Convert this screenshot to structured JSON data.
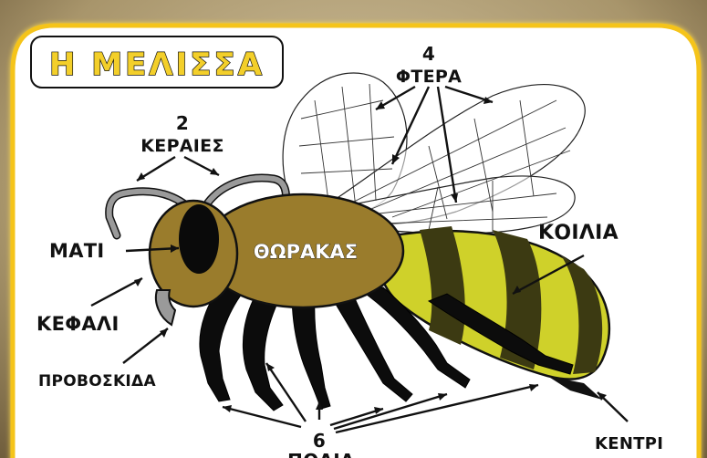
{
  "title": "Η ΜΕΛΙΣΣΑ",
  "labels": {
    "antennae_count": "2",
    "antennae": "ΚΕΡΑΙΕΣ",
    "wings_count": "4",
    "wings": "ΦΤΕΡΑ",
    "eye": "ΜΑΤΙ",
    "thorax": "ΘΩΡΑΚΑΣ",
    "abdomen": "ΚΟΙΛΙΑ",
    "head": "ΚΕΦΑΛΙ",
    "proboscis": "ΠΡΟΒΟΣΚΙΔΑ",
    "legs_count": "6",
    "legs": "ΠΟΔΙΑ",
    "stinger": "ΚΕΝΤΡΙ"
  },
  "colors": {
    "panel_border": "#f5c41a",
    "title_fill": "#f3cf2a",
    "head_thorax": "#9a7c2c",
    "abdomen_yellow": "#cfd12a",
    "abdomen_dark": "#3c3a12",
    "antenna": "#9a9a9a"
  }
}
